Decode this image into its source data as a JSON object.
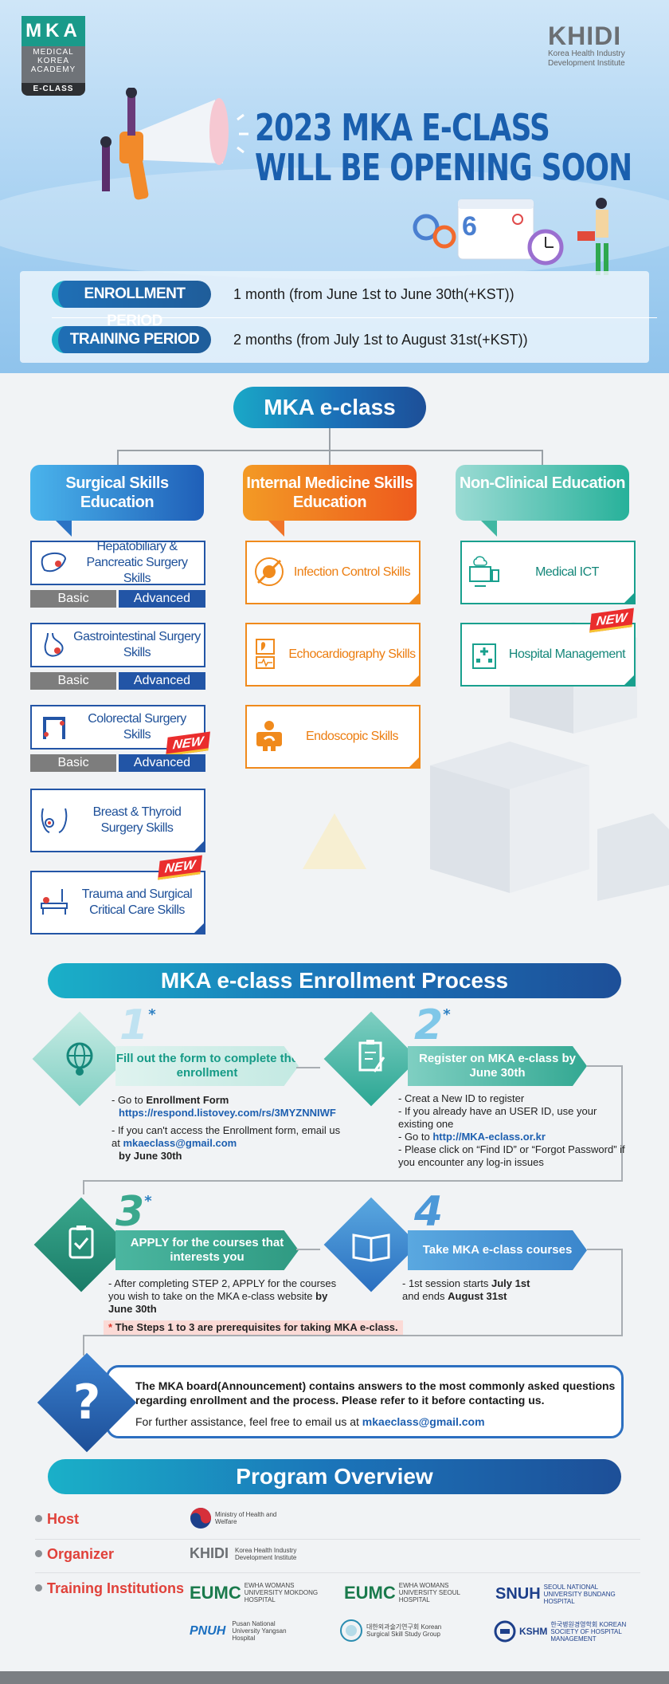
{
  "logos": {
    "mka_top": "MKA",
    "mka_mid": "MEDICAL KOREA ACADEMY",
    "mka_bottom": "E-CLASS",
    "khidi_word": "KHIDI",
    "khidi_sub": "Korea Health Industry Development Institute"
  },
  "hero": {
    "title_line1": "2023 MKA E-CLASS",
    "title_line2": "WILL BE OPENING SOON",
    "calendar_digit": "6"
  },
  "periods": {
    "enroll_label": "ENROLLMENT PERIOD",
    "enroll_text": "1 month (from June 1st to June 30th(+KST))",
    "training_label": "TRAINING PERIOD",
    "training_text": "2 months (from July 1st to August 31st(+KST))"
  },
  "eclass": {
    "pill": "MKA e-class",
    "cat_surgical": "Surgical Skills Education",
    "cat_internal": "Internal Medicine Skills Education",
    "cat_nonclinical": "Non-Clinical Education",
    "basic": "Basic",
    "advanced": "Advanced",
    "new": "NEW",
    "surgical": [
      "Hepatobiliary & Pancreatic Surgery Skills",
      "Gastrointestinal Surgery Skills",
      "Colorectal Surgery Skills",
      "Breast & Thyroid Surgery Skills",
      "Trauma and Surgical Critical Care Skills"
    ],
    "internal": [
      "Infection Control Skills",
      "Echocardiography Skills",
      "Endoscopic Skills"
    ],
    "nonclinical": [
      "Medical ICT",
      "Hospital Management"
    ]
  },
  "process": {
    "title": "MKA e-class Enrollment Process",
    "step1_num": "1",
    "step1_tag": "Fill out the form to complete the enrollment",
    "step1_a": "- Go to ",
    "step1_a_b": "Enrollment Form",
    "step1_link": "https://respond.listovey.com/rs/3MYZNNIWF",
    "step1_b": "- If you can't access the Enrollment form, email us at ",
    "step1_mail": "mkaeclass@gmail.com",
    "step1_c": "by June 30th",
    "step2_num": "2",
    "step2_tag": "Register on MKA e-class by June 30th",
    "step2_a": "- Creat a New ID to register",
    "step2_b": "- If you already have an USER ID, use your existing one",
    "step2_c": "- Go to ",
    "step2_link": "http://MKA-eclass.or.kr",
    "step2_d": "- Please click on “Find ID” or “Forgot Password” if you encounter any log-in issues",
    "step3_num": "3",
    "step3_tag": "APPLY for the courses that interests you",
    "step3_a": "- After completing STEP 2, APPLY for the courses you wish to take on the MKA e-class website ",
    "step3_a_b": "by June 30th",
    "step4_num": "4",
    "step4_tag": "Take MKA e-class courses",
    "step4_a": "- 1st session starts ",
    "step4_a_b": "July 1st",
    "step4_b": " and ends ",
    "step4_b_b": "August 31st",
    "note_star": "*",
    "note": " The Steps 1 to 3 are prerequisites for taking MKA e-class.",
    "faq_l1": "The MKA board(Announcement) contains answers to the most commonly asked questions regarding enrollment and the process. Please refer to it before contacting us.",
    "faq_l2": "For further assistance, feel free to email us at ",
    "faq_mail": "mkaeclass@gmail.com"
  },
  "overview": {
    "title": "Program Overview",
    "host_label": "Host",
    "organizer_label": "Organizer",
    "training_label": "Training Institutions",
    "host_org": "Ministry of Health and Welfare",
    "organizer_word": "KHIDI",
    "organizer_sub": "Korea Health Industry Development Institute",
    "inst1_mark": "EUMC",
    "inst1_txt": "EWHA WOMANS UNIVERSITY MOKDONG HOSPITAL",
    "inst2_mark": "EUMC",
    "inst2_txt": "EWHA WOMANS UNIVERSITY SEOUL HOSPITAL",
    "inst3_mark": "SNUH",
    "inst3_txt": "SEOUL NATIONAL UNIVERSITY BUNDANG HOSPITAL",
    "inst4_mark": "PNUH",
    "inst4_txt": "Pusan National University Yangsan Hospital",
    "inst5_txt": "대한외과술기연구회 Korean Surgical Skill Study Group",
    "inst6_mark": "KSHM",
    "inst6_txt": "한국병원경영학회 KOREAN SOCIETY OF HOSPITAL MANAGEMENT"
  },
  "colors": {
    "blue": "#1d4f98",
    "orange": "#f08a1c",
    "teal": "#19a08e",
    "red": "#e0413a"
  }
}
